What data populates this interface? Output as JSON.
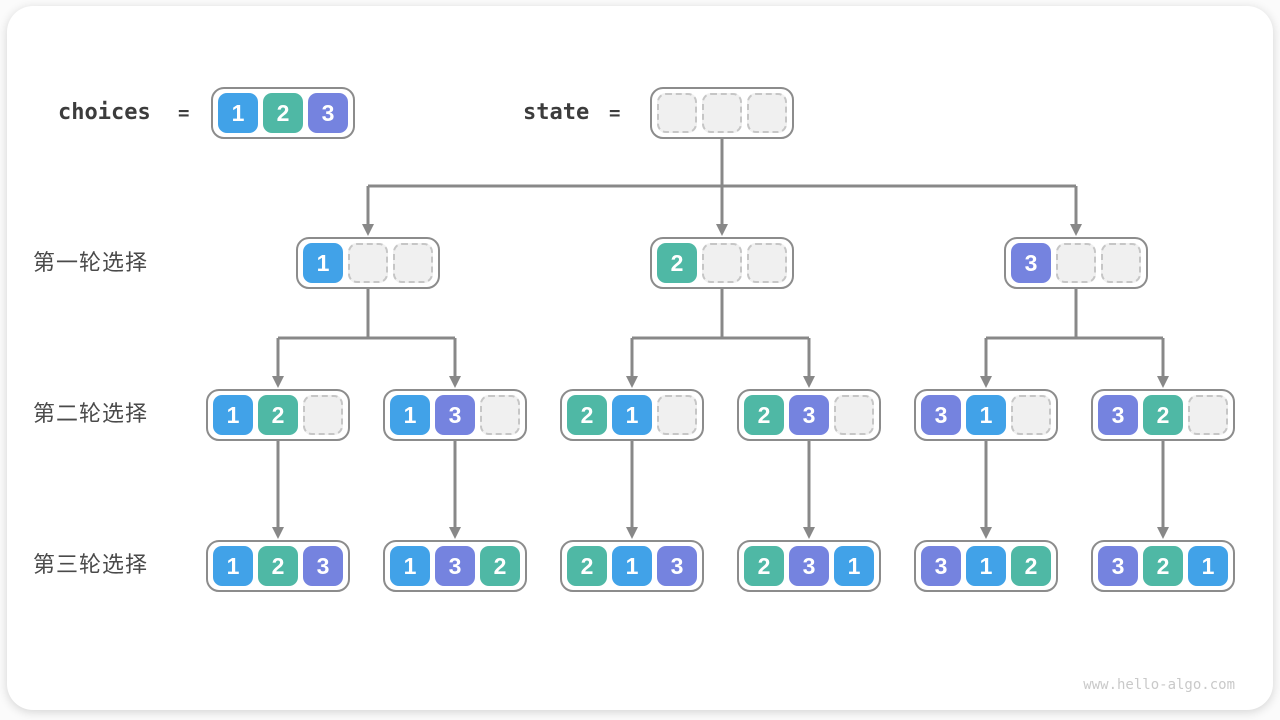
{
  "colors": {
    "cell-1": "#41A2E8",
    "cell-2": "#4FB8A5",
    "cell-3": "#7583DF",
    "arrow": "#888888",
    "node-border": "#8C8C8C",
    "empty-fill": "#F0F0F0",
    "empty-border": "#C6C6C6",
    "text-dark": "#3C3C3C",
    "watermark": "#C9C9C9"
  },
  "header": {
    "choices_label": "choices",
    "equals": "=",
    "choices_cells": [
      "1",
      "2",
      "3"
    ],
    "state_label": "state",
    "state_cells": [
      "",
      "",
      ""
    ]
  },
  "rounds": [
    {
      "label": "第一轮选择",
      "nodes": [
        [
          "1",
          "",
          ""
        ],
        [
          "2",
          "",
          ""
        ],
        [
          "3",
          "",
          ""
        ]
      ]
    },
    {
      "label": "第二轮选择",
      "nodes": [
        [
          "1",
          "2",
          ""
        ],
        [
          "1",
          "3",
          ""
        ],
        [
          "2",
          "1",
          ""
        ],
        [
          "2",
          "3",
          ""
        ],
        [
          "3",
          "1",
          ""
        ],
        [
          "3",
          "2",
          ""
        ]
      ]
    },
    {
      "label": "第三轮选择",
      "nodes": [
        [
          "1",
          "2",
          "3"
        ],
        [
          "1",
          "3",
          "2"
        ],
        [
          "2",
          "1",
          "3"
        ],
        [
          "2",
          "3",
          "1"
        ],
        [
          "3",
          "1",
          "2"
        ],
        [
          "3",
          "2",
          "1"
        ]
      ]
    }
  ],
  "footer": {
    "watermark": "www.hello-algo.com"
  }
}
